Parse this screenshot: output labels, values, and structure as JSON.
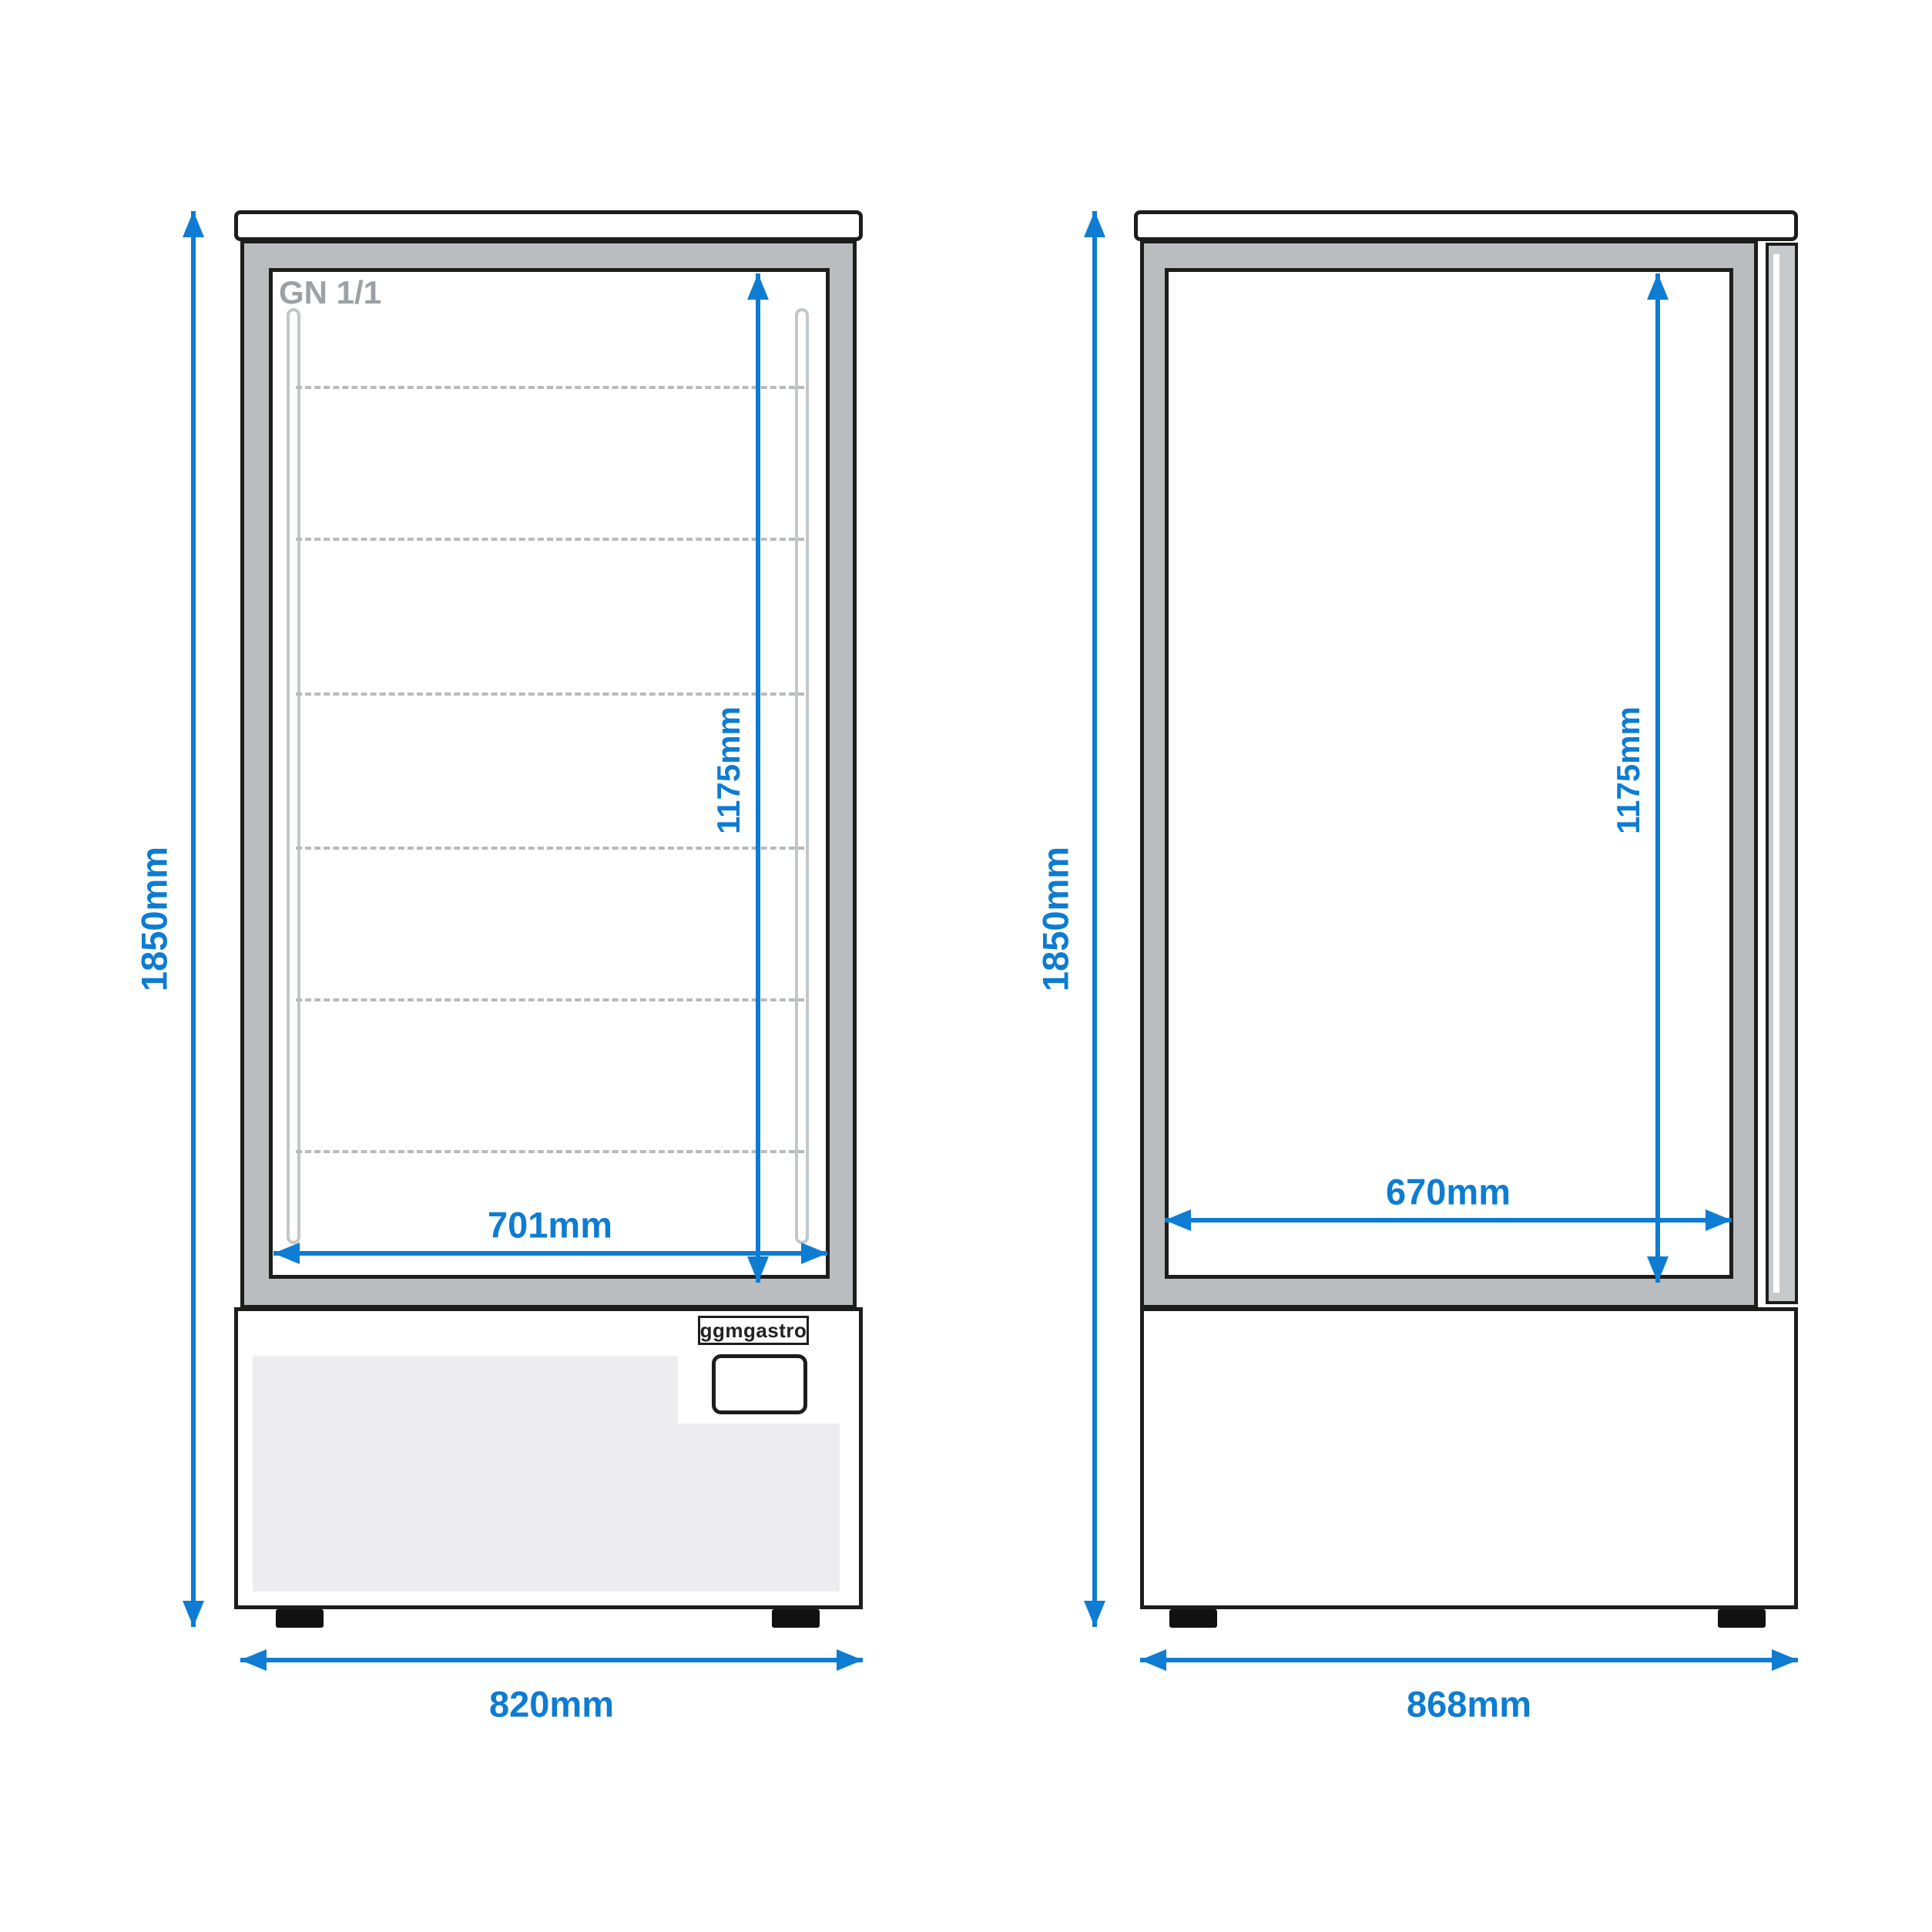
{
  "colors": {
    "accent": "#0e7cd2",
    "outline": "#1d1d1b",
    "frame": "#b9bdc0",
    "doorgray": "#c6cacd",
    "panel": "#ededef",
    "rail": "#c3c7ca",
    "shelf": "#b7bbbe",
    "gnlabel": "#9ba1a5"
  },
  "front_view": {
    "gn_label": "GN 1/1",
    "brand": "ggmgastro",
    "dim_overall_height": "1850mm",
    "dim_overall_width": "820mm",
    "dim_inner_height": "1175mm",
    "dim_inner_width": "701mm"
  },
  "side_view": {
    "dim_overall_height": "1850mm",
    "dim_overall_width": "868mm",
    "dim_inner_height": "1175mm",
    "dim_inner_depth": "670mm"
  }
}
